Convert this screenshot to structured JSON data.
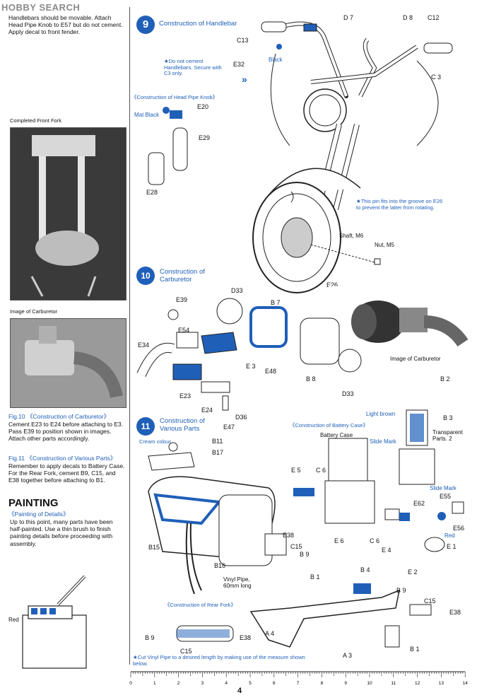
{
  "watermark": "HOBBY SEARCH",
  "left": {
    "intro": "Handlebars should be movable. Attach Head Pipe Knob to E57 but do not cement. Apply decal to front fender.",
    "photo1_caption": "Completed Front Fork",
    "photo2_caption": "Image of Carburetor",
    "fig10_title": "Fig.10 《Construction of Carburetor》",
    "fig10_text": "Cement E23 to E24 before attaching to E3. Pass E39 to position shown in images. Attach other parts accordingly.",
    "fig11_title": "Fig.11 《Construction of Various Parts》",
    "fig11_text": "Remember to apply decals to Battery Case. For the Rear Fork, cement B9, C15, and E38 together before attaching to B1.",
    "painting_title": "PAINTING",
    "painting_sub": "《Painting of Details》",
    "painting_text": "Up to this point, many parts have been half-painted. Use a thin brush to finish painting details before proceeding with assembly.",
    "red_label": "Red"
  },
  "step9": {
    "num": "9",
    "title": "Construction of Handlebar",
    "note": "★Do not cement Handlebars. Secure with C3 only.",
    "knob_title": "《Construction of Head Pipe Knob》",
    "mat_black": "Mat Black",
    "black": "Black",
    "pin_note": "★This pin fits into the groove on E26 to prevent the latter from rotating.",
    "labels": [
      "D 7",
      "D 8",
      "C12",
      "C13",
      "E32",
      "C 3",
      "E20",
      "E29",
      "E28",
      "Shaft, M6",
      "Nut, M5",
      "E26"
    ]
  },
  "step10": {
    "num": "10",
    "title": "Construction of Carburetor",
    "photo_caption": "Image of Carburetor",
    "labels": [
      "D33",
      "B 7",
      "E39",
      "E54",
      "E34",
      "E 3",
      "E48",
      "B 8",
      "D33",
      "E23",
      "E24",
      "D36",
      "E47"
    ]
  },
  "step11": {
    "num": "11",
    "title": "Construction of Various Parts",
    "cream": "Cream colour",
    "battery_title": "《Construction of Battery Case》",
    "battery_case": "Battery Case",
    "light_brown": "Light brown",
    "slide_mark": "Slide Mark",
    "slide_mark2": "Slide Mark",
    "transparent": "Transparent Parts. 2",
    "red": "Red",
    "vinyl": "Vinyl Pipe, 60mm long",
    "rear_fork_title": "《Construction of Rear Fork》",
    "cut_note": "★Cut Vinyl Pipe to a desired length by making use of the measure shown below.",
    "labels": [
      "B11",
      "B17",
      "B15",
      "B16",
      "E 5",
      "C 6",
      "B 2",
      "B 3",
      "E55",
      "E62",
      "E56",
      "E 6",
      "C 6",
      "E 4",
      "E 1",
      "E 2",
      "E38",
      "C15",
      "B 9",
      "B 1",
      "B 4",
      "B 9",
      "C15",
      "E38",
      "A 4",
      "A 3",
      "B 1",
      "B 9",
      "C15",
      "E38"
    ]
  },
  "ruler": {
    "ticks": [
      "0",
      "1",
      "2",
      "3",
      "4",
      "5",
      "6",
      "7",
      "8",
      "9",
      "10",
      "11",
      "12",
      "13",
      "14"
    ]
  },
  "page_number": "4"
}
